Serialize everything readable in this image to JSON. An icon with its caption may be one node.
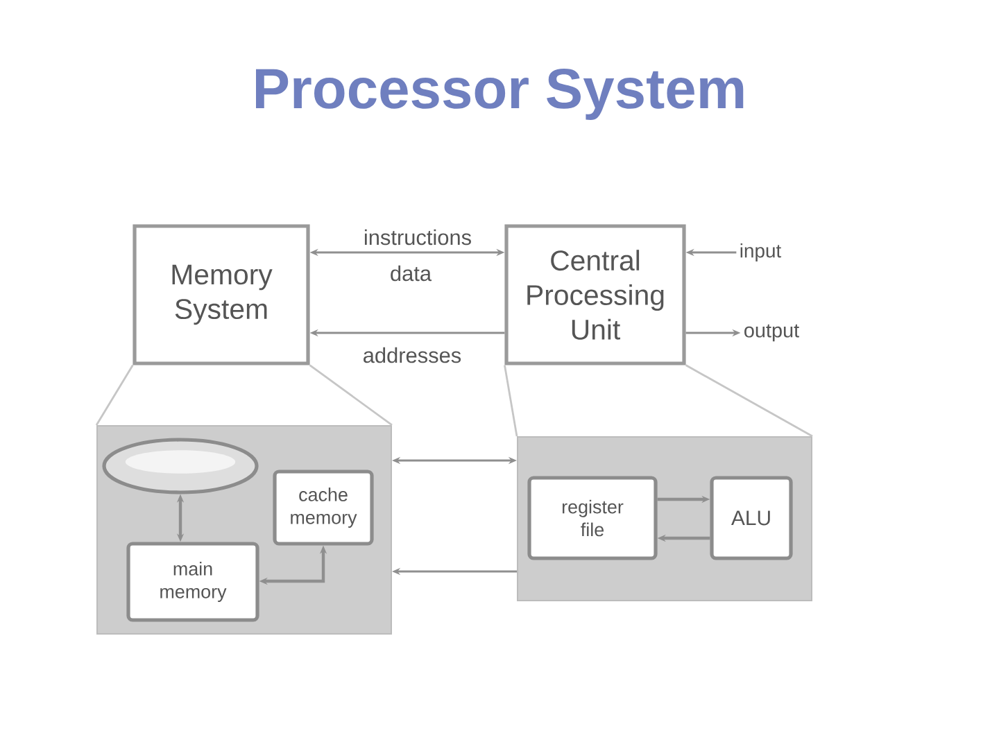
{
  "diagram": {
    "title": "Processor System",
    "nodes": [
      {
        "text": [
          "Memory System"
        ]
      },
      {
        "text": [
          "Central Processing Unit"
        ]
      },
      {
        "text": [
          "input"
        ]
      },
      {
        "text": [
          "output"
        ]
      },
      {
        "text": [],
        "shape": "box"
      },
      {
        "text": [],
        "shape": "disk",
        "in": 4
      },
      {
        "text": [
          "cache memory"
        ],
        "in": 4
      },
      {
        "text": [
          "main memory"
        ],
        "in": 4
      },
      {
        "text": [],
        "shape": "box"
      },
      {
        "text": [
          "register file"
        ],
        "in": 8
      },
      {
        "text": [
          "ALU"
        ],
        "in": 8
      }
    ],
    "edges": [
      {
        "from": 0,
        "to": 1,
        "arrow": "both",
        "label": "instructions"
      },
      {
        "from": 1,
        "to": 0,
        "arrow": "to",
        "label": "addresses"
      },
      {
        "from": 2,
        "to": 1,
        "arrow": "to"
      },
      {
        "from": 1,
        "to": 3,
        "arrow": "to"
      },
      {
        "from": 0,
        "to": 4,
        "arrow": "none",
        "color": "#c6c6c6"
      },
      {
        "from": 0,
        "to": 4,
        "arrow": "none",
        "color": "#c6c6c6"
      },
      {
        "from": 1,
        "to": 8,
        "arrow": "none",
        "color": "#c6c6c6"
      },
      {
        "from": 1,
        "to": 8,
        "arrow": "none",
        "color": "#c6c6c6"
      },
      {
        "from": 4,
        "to": 8,
        "arrow": "both"
      },
      {
        "from": 8,
        "to": 4,
        "arrow": "to"
      },
      {
        "from": 5,
        "to": 7,
        "arrow": "both"
      },
      {
        "from": 7,
        "to": 6,
        "arrow": "both"
      },
      {
        "from": 9,
        "to": 10,
        "arrow": "to"
      },
      {
        "from": 10,
        "to": 9,
        "arrow": "to"
      }
    ],
    "labels": [
      "data"
    ]
  }
}
